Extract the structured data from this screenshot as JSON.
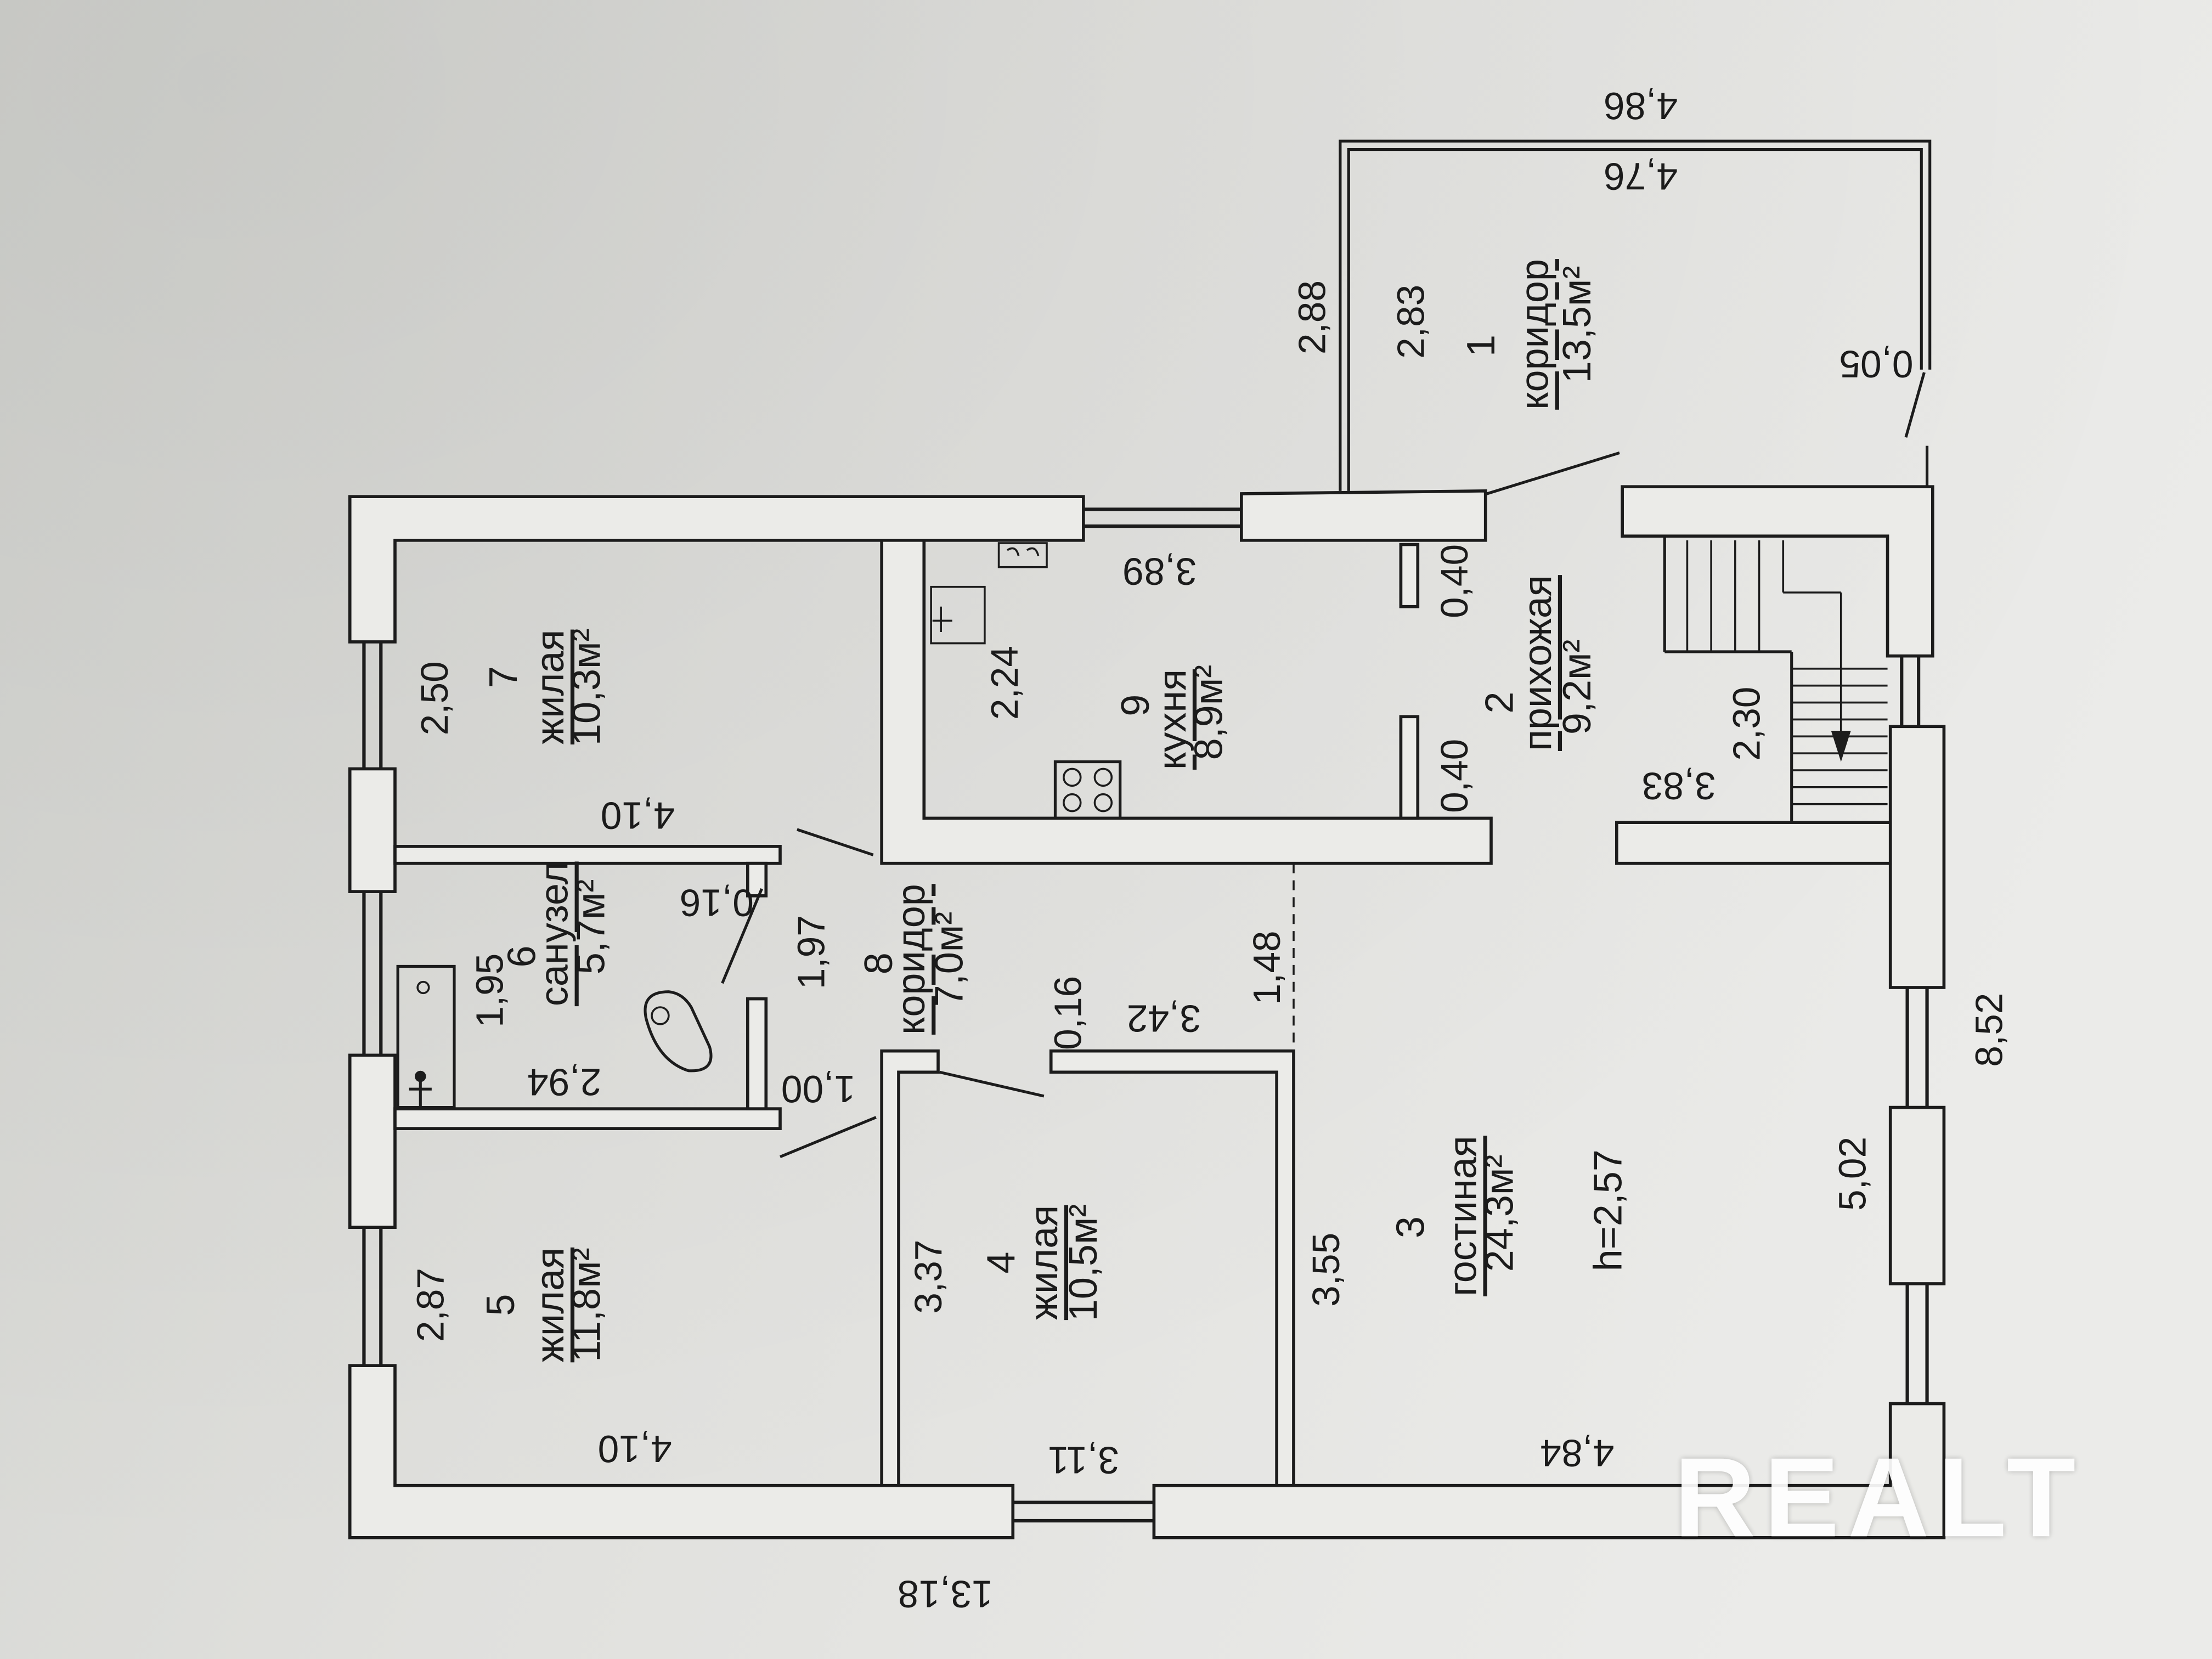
{
  "plan": {
    "rooms": [
      {
        "number": "1",
        "name": "коридор",
        "area": "13,5м²"
      },
      {
        "number": "2",
        "name": "прихожая",
        "area": "9,2м²"
      },
      {
        "number": "3",
        "name": "гостиная",
        "area": "24,3м²"
      },
      {
        "number": "4",
        "name": "жилая",
        "area": "10,5м²"
      },
      {
        "number": "5",
        "name": "жилая",
        "area": "11,8м²"
      },
      {
        "number": "6",
        "name": "санузел",
        "area": "5,7м²"
      },
      {
        "number": "7",
        "name": "жилая",
        "area": "10,3м²"
      },
      {
        "number": "8",
        "name": "коридор",
        "area": "7,0м²"
      },
      {
        "number": "9",
        "name": "кухня",
        "area": "8,9м²"
      }
    ],
    "ceiling_height": "h=2,57",
    "dimension_labels": [
      "4,86",
      "4,76",
      "2,88",
      "2,83",
      "0,05",
      "3,89",
      "2,24",
      "0,40",
      "0,40",
      "2,30",
      "3,83",
      "2,50",
      "4,10",
      "0,16",
      "1,95",
      "2,94",
      "1,97",
      "1,00",
      "0,16",
      "3,42",
      "1,48",
      "3,37",
      "3,55",
      "5,02",
      "8,52",
      "2,87",
      "4,10",
      "3,11",
      "4,84",
      "13,18"
    ]
  },
  "watermark": "REALT",
  "colors": {
    "paper": "#e3e3e0",
    "ink": "#1c1c1c",
    "watermark": "#ffffff"
  }
}
